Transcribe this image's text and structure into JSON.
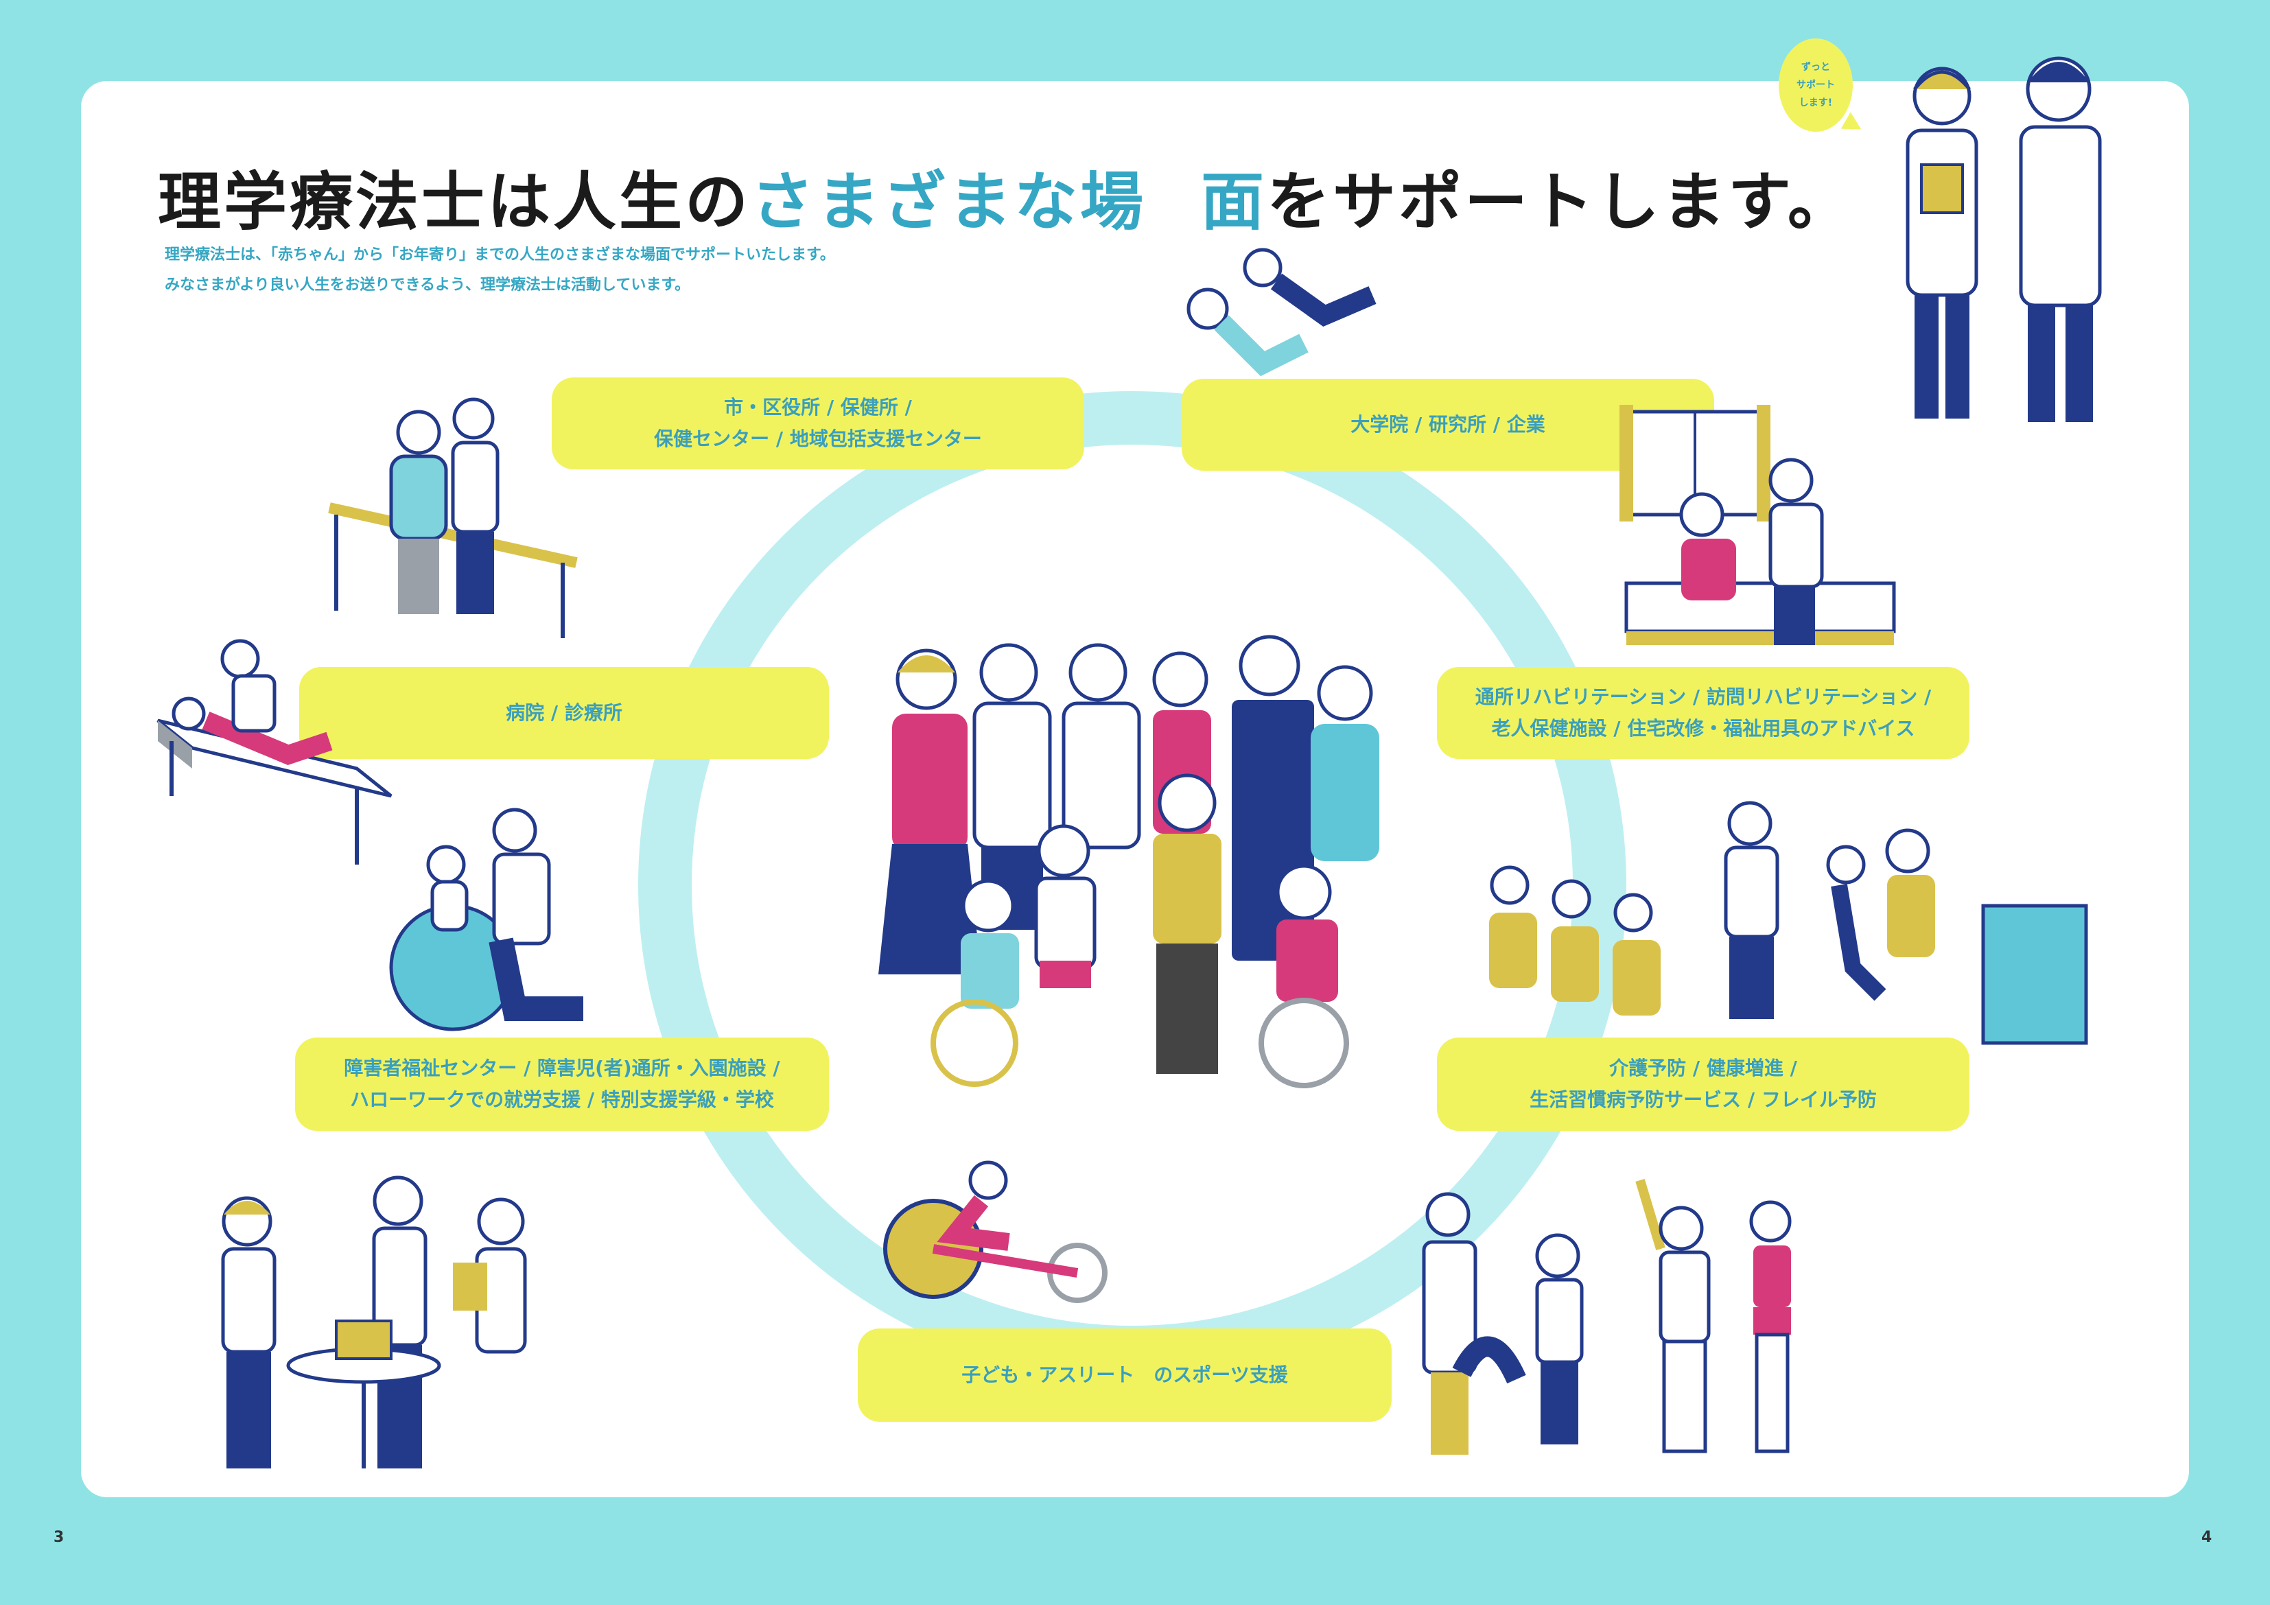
{
  "header": {
    "title_part1": "理学療法士は人生の",
    "title_highlight1": "さまざまな場",
    "title_highlight2": "面",
    "title_part2": "をサポートします。",
    "subtitle_line1": "理学療法士は、「赤ちゃん」から「お年寄り」までの人生のさまざまな場面でサポートいたします。",
    "subtitle_line2": "みなさまがより良い人生をお送りできるよう、理学療法士は活動しています。"
  },
  "bubble": {
    "line1": "ずっと",
    "line2": "サポート",
    "line3": "します!"
  },
  "labels": {
    "city_office_l1": "市・区役所 / 保健所 /",
    "city_office_l2": "保健センター / 地域包括支援センター",
    "university": "大学院 / 研究所 / 企業",
    "hospital": "病院 / 診療所",
    "rehab_l1": "通所リハビリテーション / 訪問リハビリテーション /",
    "rehab_l2": "老人保健施設 / 住宅改修・福祉用具のアドバイス",
    "welfare_l1": "障害者福祉センター / 障害児(者)通所・入園施設 /",
    "welfare_l2": "ハローワークでの就労支援 / 特別支援学級・学校",
    "care_l1": "介護予防 / 健康増進 /",
    "care_l2": "生活習慣病予防サービス / フレイル予防",
    "sports": "子ども・アスリート　のスポーツ支援"
  },
  "page_numbers": {
    "left": "3",
    "right": "4"
  },
  "colors": {
    "background": "#8fe3e5",
    "card": "#ffffff",
    "label_fill": "#f1f35e",
    "accent_text": "#35a7c4",
    "ring": "#bdeff1",
    "navy": "#233a8a",
    "magenta": "#d63a7a",
    "mustard": "#d9c24a"
  }
}
